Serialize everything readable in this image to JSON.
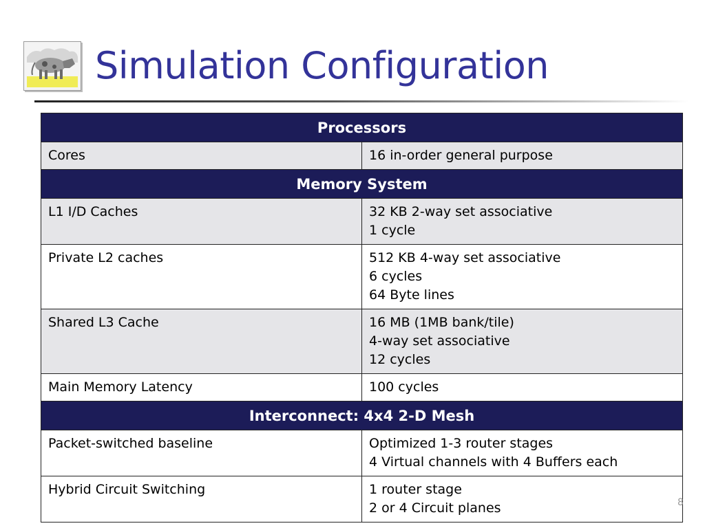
{
  "slide": {
    "title": "Simulation Configuration",
    "slide_number": "8",
    "logo_icon": "cow-logo-icon"
  },
  "table": {
    "sections": [
      {
        "header": "Processors",
        "rows": [
          {
            "label": "Cores",
            "values": [
              "16 in-order general purpose"
            ]
          }
        ]
      },
      {
        "header": "Memory System",
        "rows": [
          {
            "label": "L1 I/D Caches",
            "values": [
              "32 KB 2-way set associative",
              "1 cycle"
            ]
          },
          {
            "label": "Private L2 caches",
            "values": [
              "512 KB 4-way set associative",
              "6 cycles",
              "64 Byte lines"
            ]
          },
          {
            "label": "Shared L3 Cache",
            "values": [
              "16 MB (1MB bank/tile)",
              "4-way set associative",
              "12 cycles"
            ]
          },
          {
            "label": "Main Memory Latency",
            "values": [
              "100 cycles"
            ]
          }
        ]
      },
      {
        "header": "Interconnect: 4x4 2-D Mesh",
        "rows": [
          {
            "label": "Packet-switched baseline",
            "values": [
              "Optimized 1-3 router stages",
              "4 Virtual channels with 4 Buffers each"
            ]
          },
          {
            "label": "Hybrid Circuit Switching",
            "values": [
              "1 router stage",
              "2 or 4 Circuit planes"
            ]
          }
        ]
      }
    ]
  },
  "colors": {
    "title": "#333399",
    "section_header_bg": "#1c1c58",
    "shaded_row_bg": "#e5e5e8"
  }
}
